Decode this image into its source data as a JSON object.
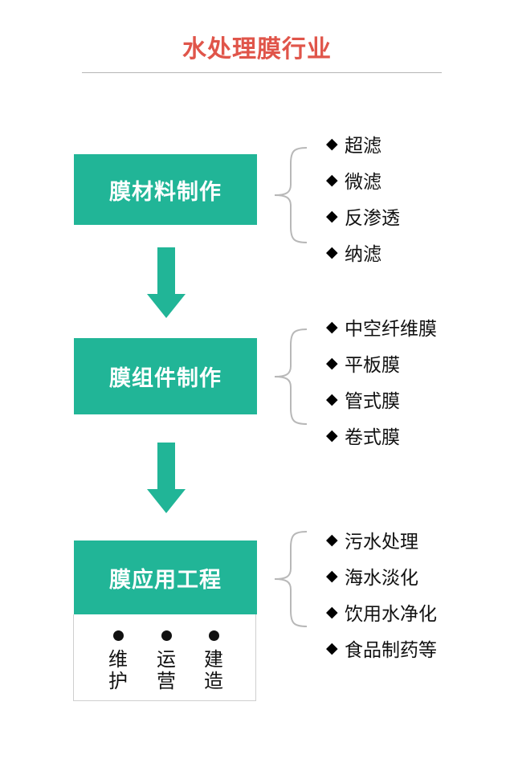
{
  "title": "水处理膜行业",
  "colors": {
    "title": "#e0554a",
    "box": "#21b597",
    "arrow": "#21b597",
    "brace": "#b8b8b8"
  },
  "stages": [
    {
      "label": "膜材料制作",
      "items": [
        "超滤",
        "微滤",
        "反渗透",
        "纳滤"
      ]
    },
    {
      "label": "膜组件制作",
      "items": [
        "中空纤维膜",
        "平板膜",
        "管式膜",
        "卷式膜"
      ]
    },
    {
      "label": "膜应用工程",
      "items": [
        "污水处理",
        "海水淡化",
        "饮用水净化",
        "食品制药等"
      ],
      "sub_items": [
        "维护",
        "运营",
        "建造"
      ]
    }
  ],
  "bullet_glyph": "◆"
}
